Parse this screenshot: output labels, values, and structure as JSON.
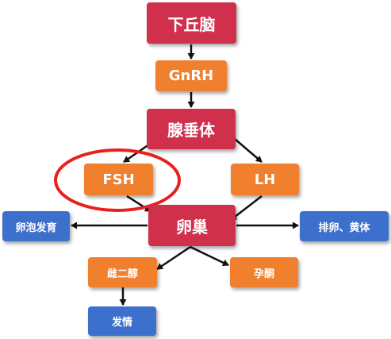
{
  "nodes": {
    "hypothalamus": "下丘脑",
    "gnrh": "GnRH",
    "pituitary": "腺垂体",
    "fsh": "FSH",
    "lh": "LH",
    "ovary": "卵巢",
    "follicle_development": "卵泡发育",
    "ovulation_corpus_luteum": "排卵、黄体",
    "estradiol": "雌二醇",
    "progesterone": "孕酮",
    "estrus": "发情"
  },
  "colors": {
    "red": "#d0304c",
    "orange": "#f07f2e",
    "blue": "#3d6fcc",
    "highlight_ring": "#e8201c",
    "arrow": "#111111"
  }
}
